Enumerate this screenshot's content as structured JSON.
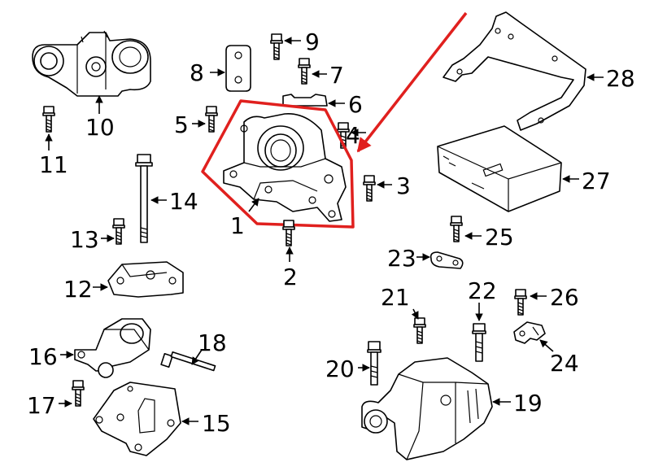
{
  "callouts": {
    "c1": "1",
    "c2": "2",
    "c3": "3",
    "c4": "4",
    "c5": "5",
    "c6": "6",
    "c7": "7",
    "c8": "8",
    "c9": "9",
    "c10": "10",
    "c11": "11",
    "c12": "12",
    "c13": "13",
    "c14": "14",
    "c15": "15",
    "c16": "16",
    "c17": "17",
    "c18": "18",
    "c19": "19",
    "c20": "20",
    "c21": "21",
    "c22": "22",
    "c23": "23",
    "c24": "24",
    "c25": "25",
    "c26": "26",
    "c27": "27",
    "c28": "28"
  },
  "highlight": {
    "color": "#e0201e",
    "target_part": "1"
  },
  "line_color": "#000000"
}
